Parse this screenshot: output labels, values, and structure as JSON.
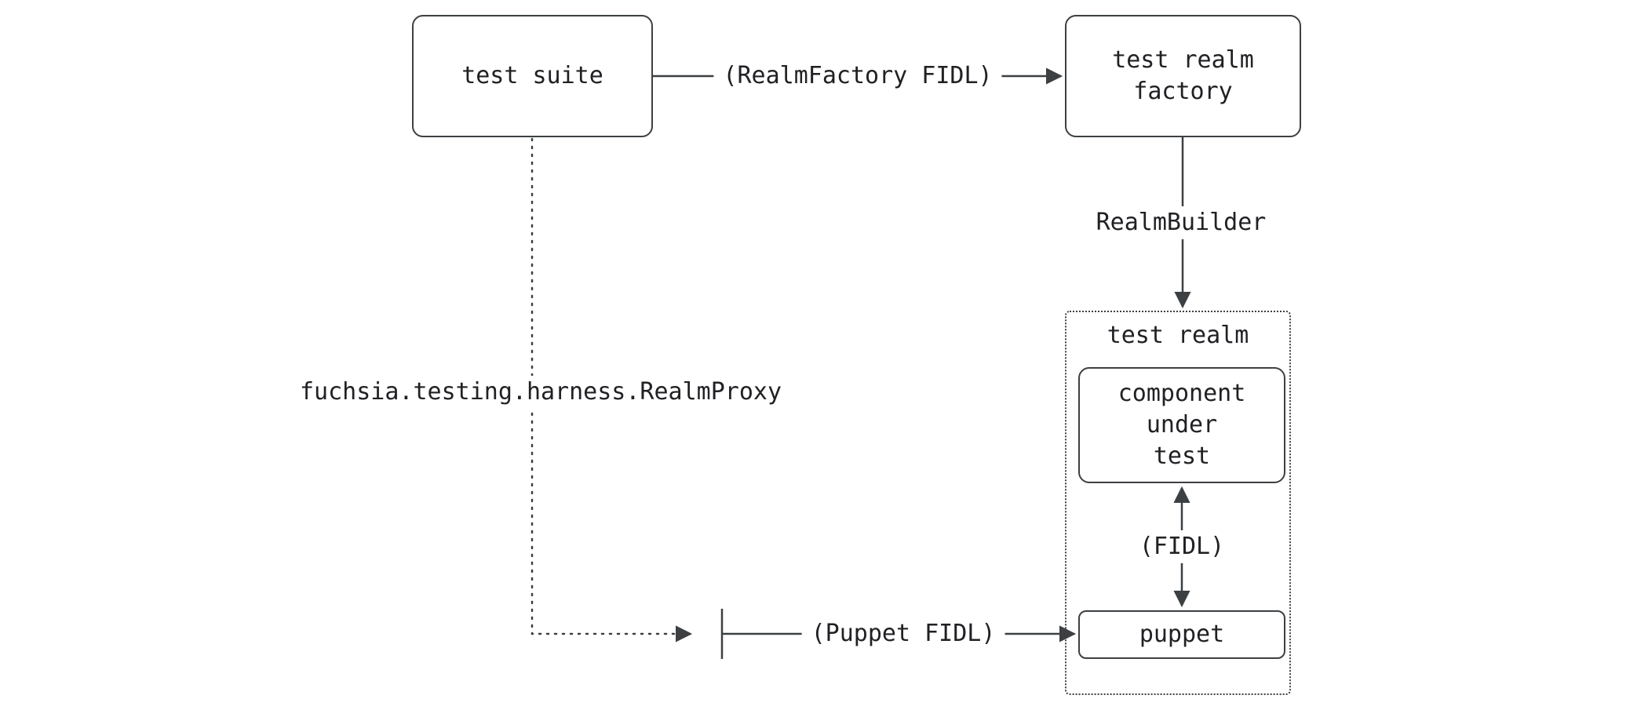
{
  "diagram": {
    "type": "architecture-flow-diagram",
    "nodes": {
      "test_suite": "test suite",
      "test_realm_factory": "test realm\nfactory",
      "test_realm": "test realm",
      "component_under_test": "component\nunder\ntest",
      "puppet": "puppet"
    },
    "edge_labels": {
      "realm_factory_fidl": "(RealmFactory FIDL)",
      "realm_builder": "RealmBuilder",
      "fidl": "(FIDL)",
      "puppet_fidl": "(Puppet FIDL)",
      "realm_proxy": "fuchsia.testing.harness.RealmProxy"
    },
    "colors": {
      "stroke": "#3c4043",
      "text": "#202124",
      "background": "#ffffff"
    }
  }
}
